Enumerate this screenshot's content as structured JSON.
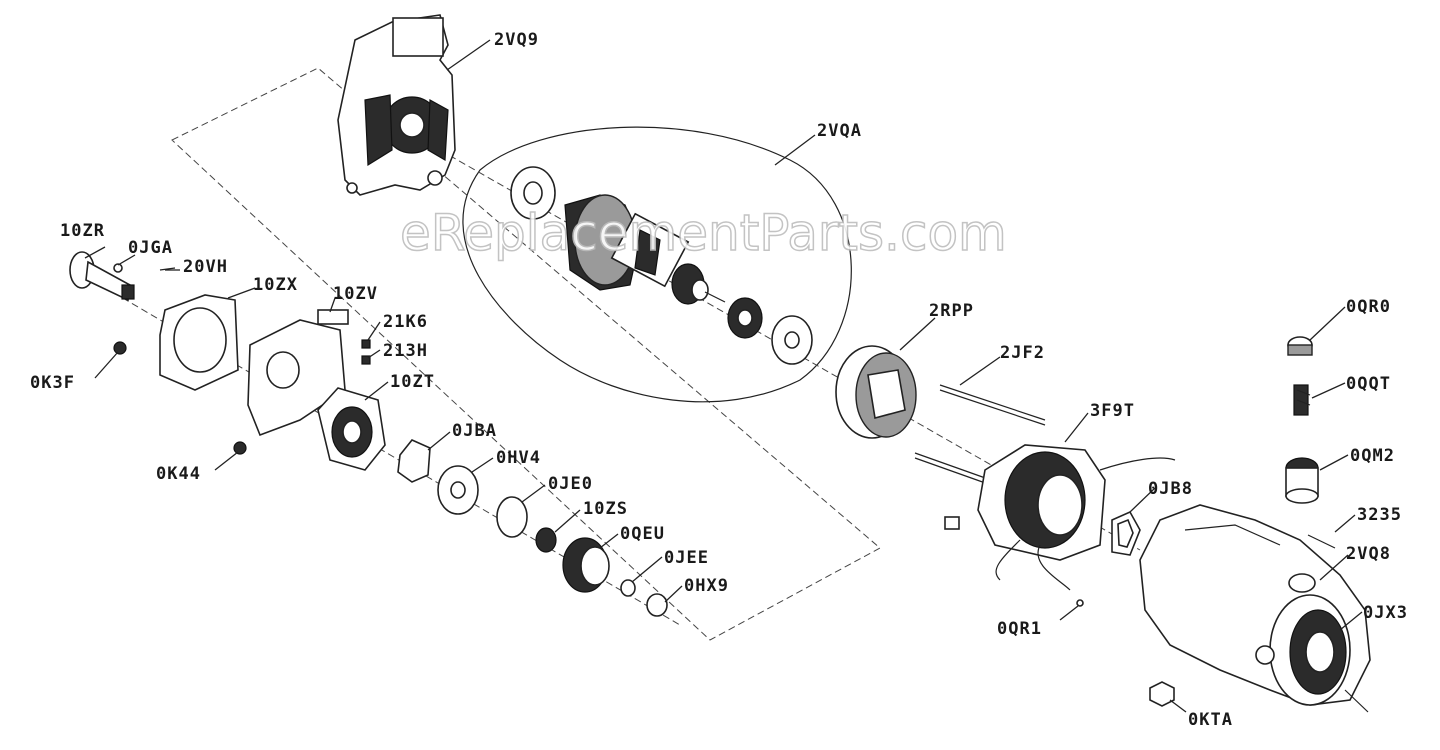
{
  "watermark": "eReplacementParts.com",
  "part_labels": [
    {
      "id": "2VQ9"
    },
    {
      "id": "2VQA"
    },
    {
      "id": "10ZR"
    },
    {
      "id": "0JGA"
    },
    {
      "id": "20VH"
    },
    {
      "id": "10ZX"
    },
    {
      "id": "10ZV"
    },
    {
      "id": "21K6"
    },
    {
      "id": "213H"
    },
    {
      "id": "0K3F"
    },
    {
      "id": "10ZT"
    },
    {
      "id": "0JBA"
    },
    {
      "id": "0K44"
    },
    {
      "id": "0HV4"
    },
    {
      "id": "0JE0"
    },
    {
      "id": "10ZS"
    },
    {
      "id": "0QEU"
    },
    {
      "id": "0JEE"
    },
    {
      "id": "0HX9"
    },
    {
      "id": "2RPP"
    },
    {
      "id": "2JF2"
    },
    {
      "id": "3F9T"
    },
    {
      "id": "0JB8"
    },
    {
      "id": "0QR0"
    },
    {
      "id": "0QQT"
    },
    {
      "id": "0QM2"
    },
    {
      "id": "3235"
    },
    {
      "id": "2VQ8"
    },
    {
      "id": "0QR1"
    },
    {
      "id": "0JX3"
    },
    {
      "id": "0KTA"
    }
  ]
}
